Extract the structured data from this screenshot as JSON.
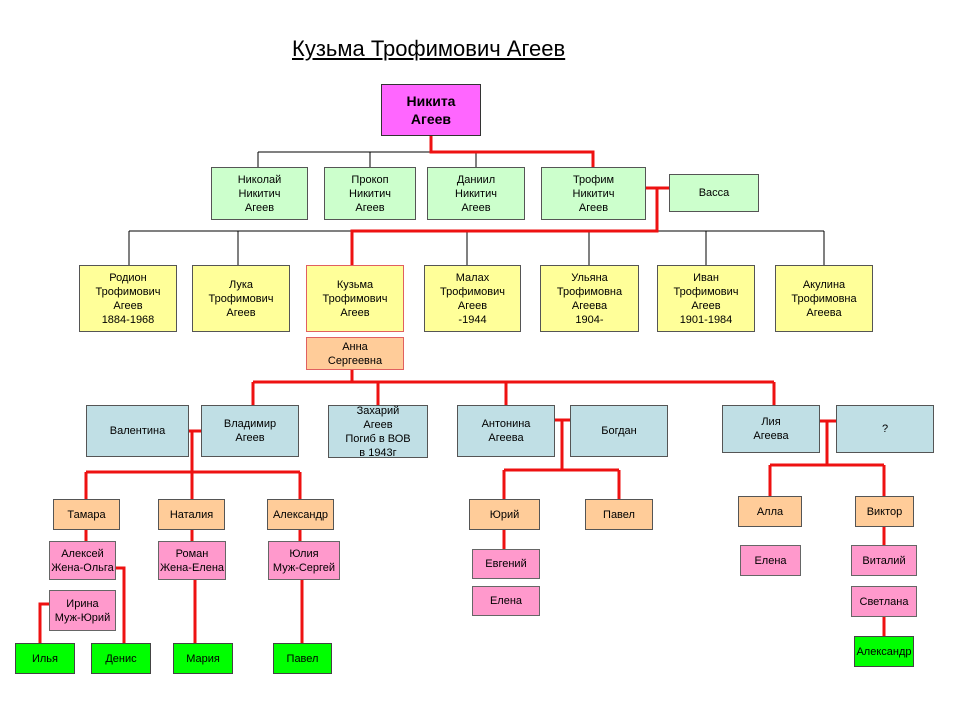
{
  "title": "Кузьма Трофимович Агеев",
  "colors": {
    "red_line": "#ee1111",
    "black_line": "#000000",
    "root": "#ff66ff",
    "generation_1": "#ccffcc",
    "generation_2": "#ffff99",
    "generation_3": "#c0dfe5",
    "generation_4": "#ffcc99",
    "generation_5": "#ff99cc",
    "generation_6": "#00ff00"
  },
  "nodes": {
    "nikita": "Никита\nАгеев",
    "nikolai": "Николай\nНикитич\nАгеев",
    "prokop": "Прокоп\nНикитич\nАгеев",
    "daniil": "Даниил\nНикитич\nАгеев",
    "trofim": "Трофим\nНикитич\nАгеев",
    "vassa": "Васса",
    "rodion": "Родион\nТрофимович\nАгеев\n1884-1968",
    "luka": "Лука\nТрофимович\nАгеев",
    "kuzma": "Кузьма\nТрофимович\nАгеев",
    "malakh": "Малах\nТрофимович\nАгеев\n-1944",
    "ulyana": "Ульяна\nТрофимовна\nАгеева\n1904-",
    "ivan": "Иван\nТрофимович\nАгеев\n1901-1984",
    "akulina": "Акулина\nТрофимовна\nАгеева",
    "anna": "Анна\nСергеевна",
    "valentina": "Валентина",
    "vladimir": "Владимир\nАгеев",
    "zakhariy": "Захарий\nАгеев\nПогиб в ВОВ\nв 1943г",
    "antonina": "Антонина\nАгеева",
    "bogdan": "Богдан",
    "liya": "Лия\nАгеева",
    "unknown": "?",
    "tamara": "Тамара",
    "nataliya": "Наталия",
    "aleksandr1": "Александр",
    "yuriy": "Юрий",
    "pavel1": "Павел",
    "alla": "Алла",
    "viktor": "Виктор",
    "aleksey": "Алексей\nЖена-Ольга",
    "roman": "Роман\nЖена-Елена",
    "yuliya": "Юлия\nМуж-Сергей",
    "evgeniy": "Евгений",
    "elena1": "Елена",
    "elena2": "Елена",
    "vitaliy": "Виталий",
    "svetlana": "Светлана",
    "irina": "Ирина\nМуж-Юрий",
    "ilya": "Илья",
    "denis": "Денис",
    "mariya": "Мария",
    "pavel2": "Павел",
    "aleksandr2": "Александр"
  }
}
